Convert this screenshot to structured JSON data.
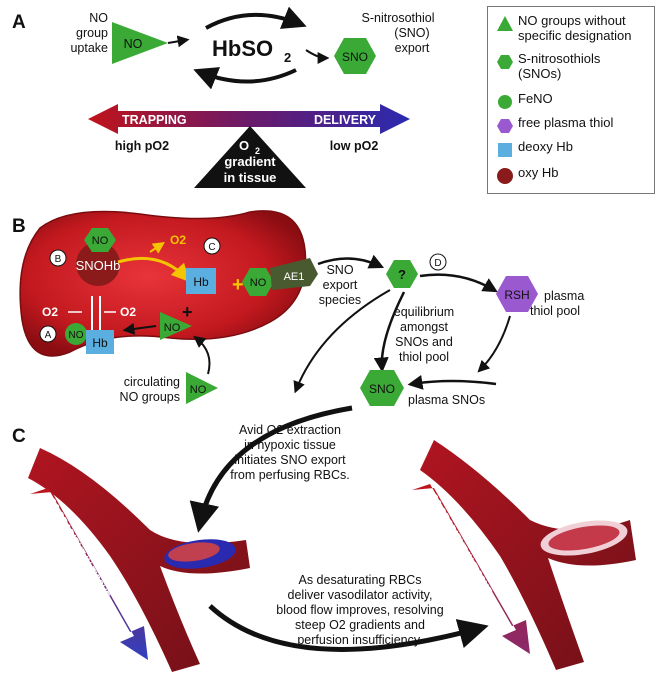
{
  "panels": {
    "a": "A",
    "b": "B",
    "c": "C"
  },
  "panel_a": {
    "center": "HbSO",
    "center_sub": "2",
    "uptake_label": [
      "NO",
      "group",
      "uptake"
    ],
    "no_tag": "NO",
    "sno_tag": "SNO",
    "export_label": [
      "S-nitrosothiol",
      "(SNO)",
      "export"
    ],
    "trapping": "TRAPPING",
    "delivery": "DELIVERY",
    "high": "high pO2",
    "low": "low pO2",
    "gradient": [
      "O",
      "gradient",
      "in tissue"
    ],
    "gradient_sub": "2"
  },
  "legend": [
    {
      "icon": "triangle-icon",
      "color": "#3aa935",
      "label": [
        "NO groups without",
        "specific designation"
      ]
    },
    {
      "icon": "hexagon-icon",
      "color": "#3aa935",
      "label": [
        "S-nitrosothiols",
        "(SNOs)"
      ]
    },
    {
      "icon": "circle-icon",
      "color": "#3aa935",
      "label": [
        "FeNO"
      ]
    },
    {
      "icon": "hexagon-icon",
      "color": "#9b59d0",
      "label": [
        "free plasma thiol"
      ]
    },
    {
      "icon": "square-icon",
      "color": "#5aaee0",
      "label": [
        "deoxy Hb"
      ]
    },
    {
      "icon": "circle-icon",
      "color": "#8b1a1a",
      "label": [
        "oxy Hb"
      ]
    }
  ],
  "panel_b": {
    "snohb": "SNOHb",
    "no": "NO",
    "hb": "Hb",
    "o2": "O2",
    "ae1": "AE1",
    "plus": "+",
    "marks": [
      "A",
      "B",
      "C",
      "D"
    ],
    "q": "?",
    "rsh": "RSH",
    "sno": "SNO",
    "export_species": [
      "SNO",
      "export",
      "species"
    ],
    "equilibrium": [
      "equilibrium",
      "amongst",
      "SNOs and",
      "thiol pool"
    ],
    "plasma_thiol": [
      "plasma",
      "thiol pool"
    ],
    "plasma_snos": "plasma SNOs",
    "circulating": [
      "circulating",
      "NO groups"
    ]
  },
  "panel_c": {
    "extraction": [
      "Avid O2 extraction",
      "in hypoxic tissue",
      "initiates SNO export",
      "from perfusing RBCs."
    ],
    "gradient_label": "O2 GRADIENT IN TISSUE",
    "desaturating": [
      "As desaturating RBCs",
      "deliver vasodilator activity,",
      "blood flow improves, resolving",
      "steep O2 gradients and",
      "perfusion insufficiency."
    ]
  },
  "colors": {
    "green": "#3aa935",
    "purple": "#9b59d0",
    "blue": "#5aaee0",
    "dark_red": "#8b1a1a",
    "rbc_red": "#c2191f"
  }
}
